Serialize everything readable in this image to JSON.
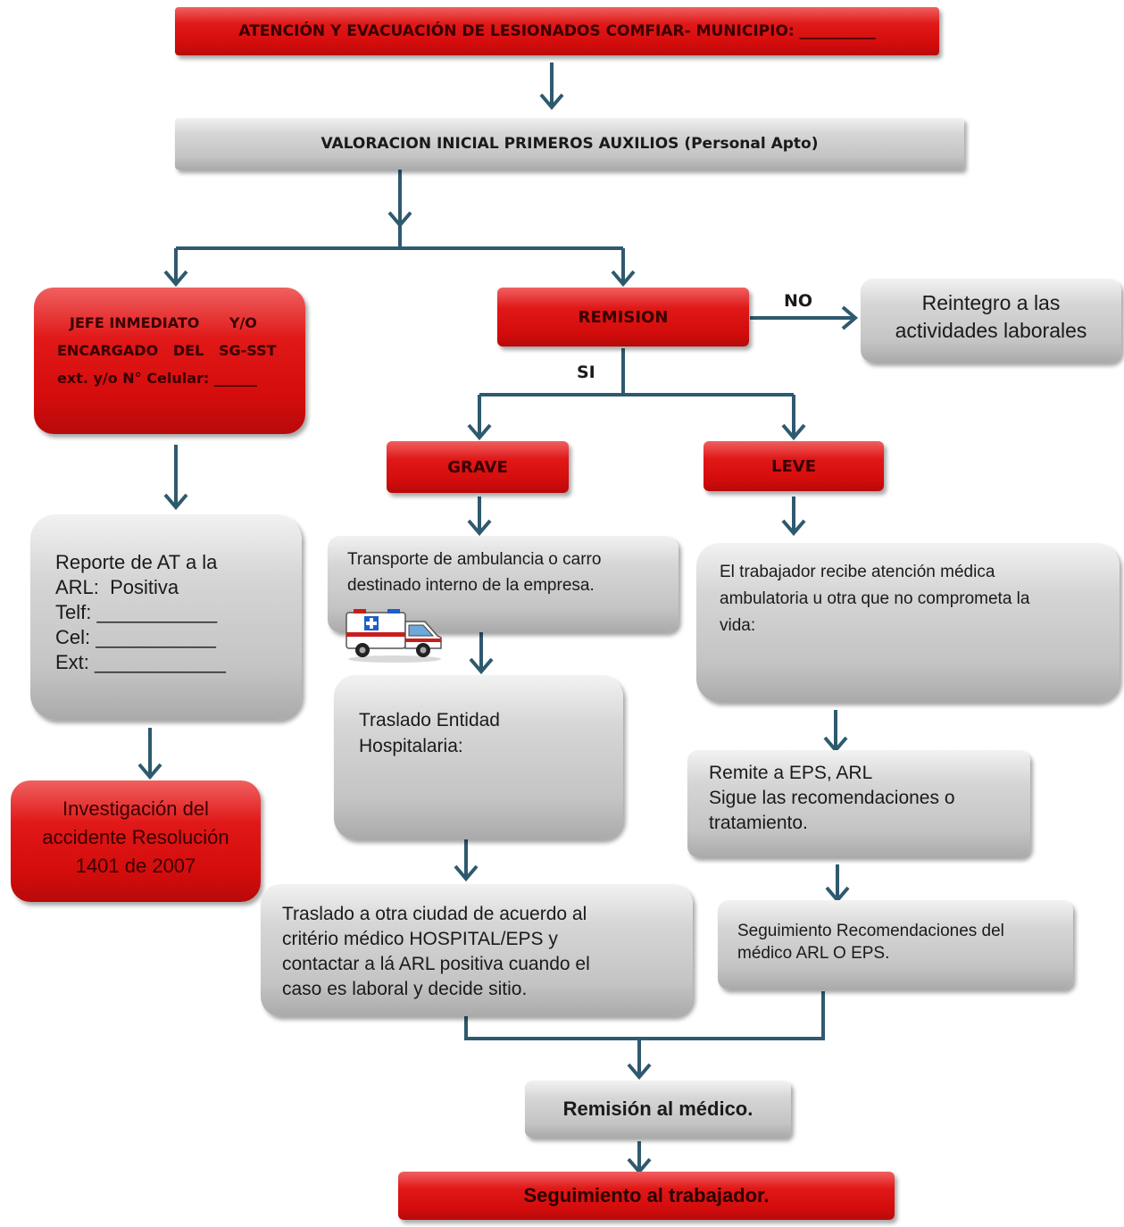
{
  "title": "ATENCIÓN Y EVACUACIÓN DE LESIONADOS COMFIAR- MUNICIPIO: __________",
  "valoracion": "VALORACION INICIAL PRIMEROS AUXILIOS (Personal Apto)",
  "jefe": {
    "line1": "JEFE INMEDIATO      Y/O",
    "line2": "ENCARGADO   DEL   SG-SST",
    "line3": "ext. y/o N° Celular: ______"
  },
  "remision": "REMISION",
  "no_label": "NO",
  "si_label": "SI",
  "reintegro": {
    "line1": "Reintegro a las",
    "line2": "actividades laborales"
  },
  "grave": "GRAVE",
  "leve": "LEVE",
  "reporte": {
    "line1": "Reporte de AT a la",
    "line2": "ARL:  Positiva",
    "line3": "Telf: ___________",
    "line4": "Cel: ___________",
    "line5": "Ext: ____________"
  },
  "transporte": {
    "line1": "Transporte de ambulancia o carro",
    "line2": "destinado interno de la empresa."
  },
  "trabajador": {
    "line1": "El trabajador recibe atención médica",
    "line2": "ambulatoria u otra que no comprometa la",
    "line3": "vida:"
  },
  "investigacion": {
    "line1": "Investigación del",
    "line2": "accidente Resolución",
    "line3": "1401 de 2007"
  },
  "traslado_hosp": {
    "line1": "Traslado Entidad",
    "line2": "Hospitalaria:"
  },
  "remite": {
    "line1": "Remite a EPS, ARL",
    "line2": "Sigue las recomendaciones o",
    "line3": "tratamiento."
  },
  "traslado_ciudad": {
    "line1": "Traslado a otra ciudad de acuerdo al",
    "line2": "critério médico HOSPITAL/EPS y",
    "line3": "contactar a lá ARL positiva cuando el",
    "line4": "caso es laboral y decide sitio."
  },
  "seguimiento_rec": {
    "line1": "Seguimiento Recomendaciones del",
    "line2": "médico ARL O EPS."
  },
  "remision_medico": "Remisión al médico.",
  "seguimiento_trab": "Seguimiento al trabajador.",
  "colors": {
    "red": "#d40c0c",
    "gray": "#c8c8c8",
    "connector": "#2e5a6e"
  },
  "icons": {
    "ambulance": "ambulance-icon"
  }
}
